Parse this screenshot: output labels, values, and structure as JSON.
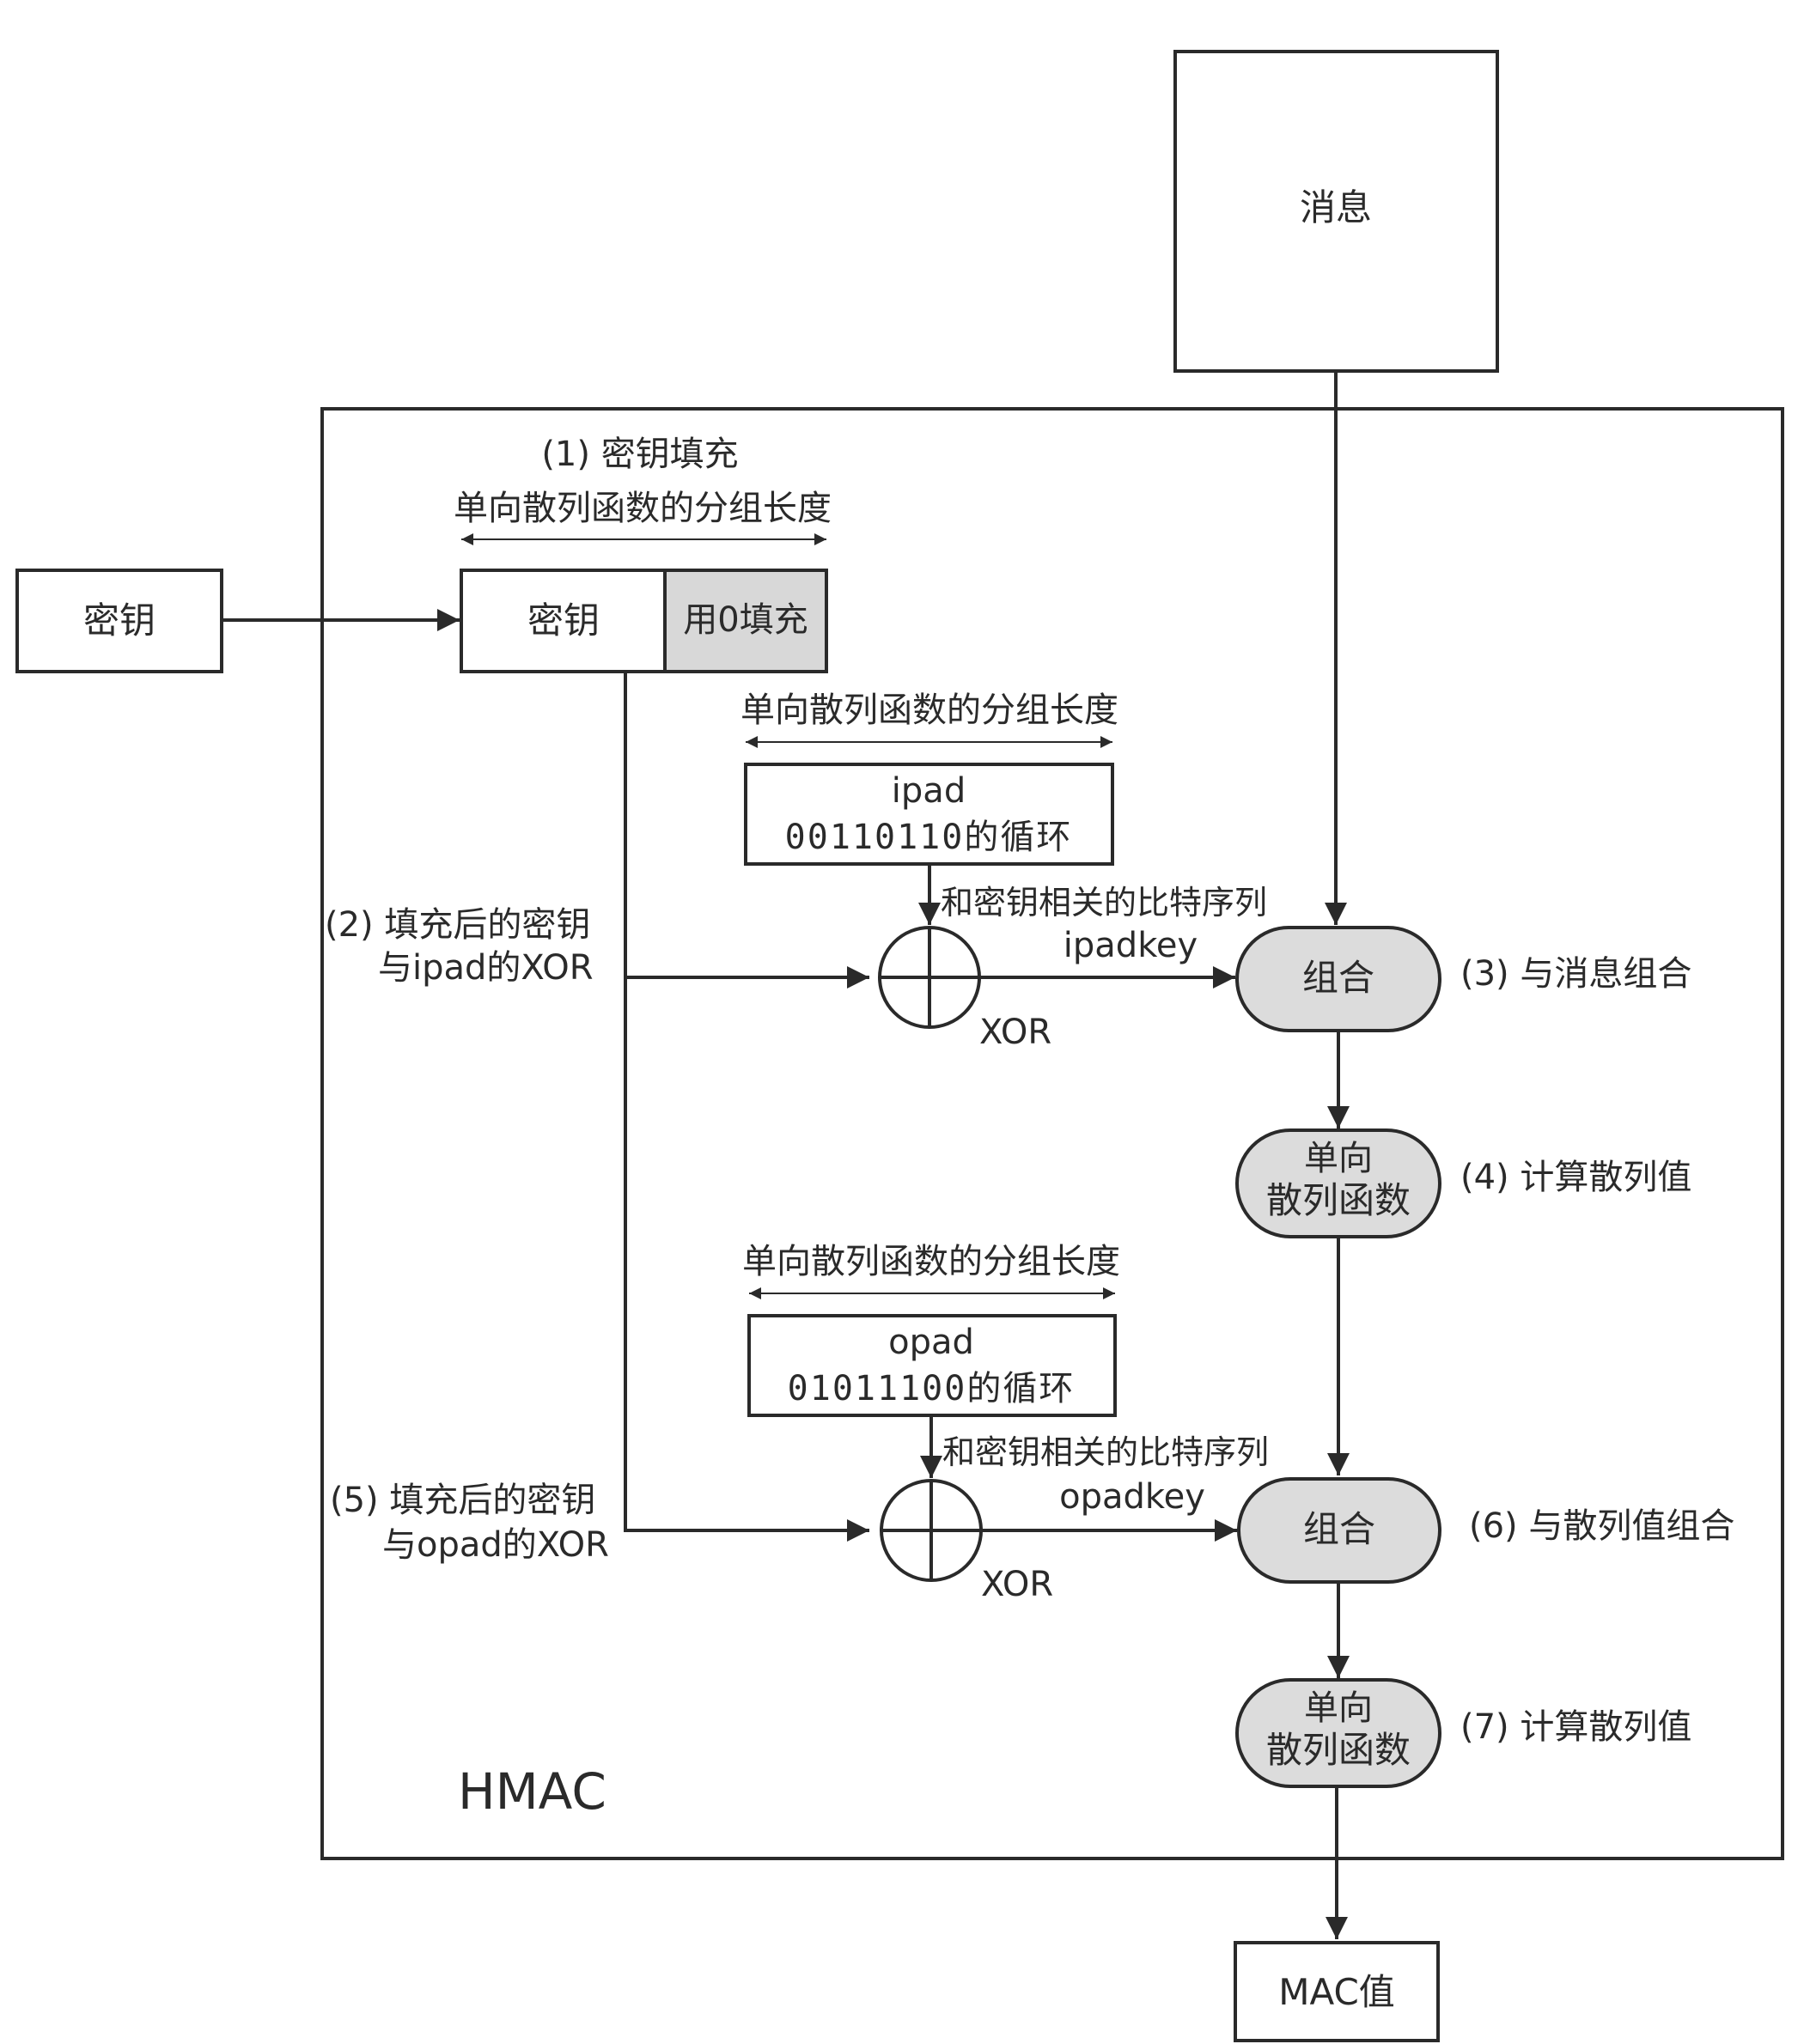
{
  "diagram": {
    "message": "消息",
    "key_input": "密钥",
    "hmac_label": "HMAC",
    "mac_output": "MAC值",
    "step1": {
      "title": "(1) 密钥填充",
      "block_length": "单向散列函数的分组长度",
      "key_cell": "密钥",
      "pad_cell": "用0填充"
    },
    "ipad": {
      "block_length": "单向散列函数的分组长度",
      "name": "ipad",
      "pattern": "00110110的循环"
    },
    "opad": {
      "block_length": "单向散列函数的分组长度",
      "name": "opad",
      "pattern": "01011100的循环"
    },
    "step2": {
      "line1": "(2) 填充后的密钥",
      "line2": "与ipad的XOR"
    },
    "step5": {
      "line1": "(5) 填充后的密钥",
      "line2": "与opad的XOR"
    },
    "xor_label": "XOR",
    "key_bits_label": "和密钥相关的比特序列",
    "ipadkey": "ipadkey",
    "opadkey": "opadkey",
    "combine": "组合",
    "hash_line1": "单向",
    "hash_line2": "散列函数",
    "step3": "(3) 与消息组合",
    "step4": "(4) 计算散列值",
    "step6": "(6) 与散列值组合",
    "step7": "(7) 计算散列值"
  }
}
